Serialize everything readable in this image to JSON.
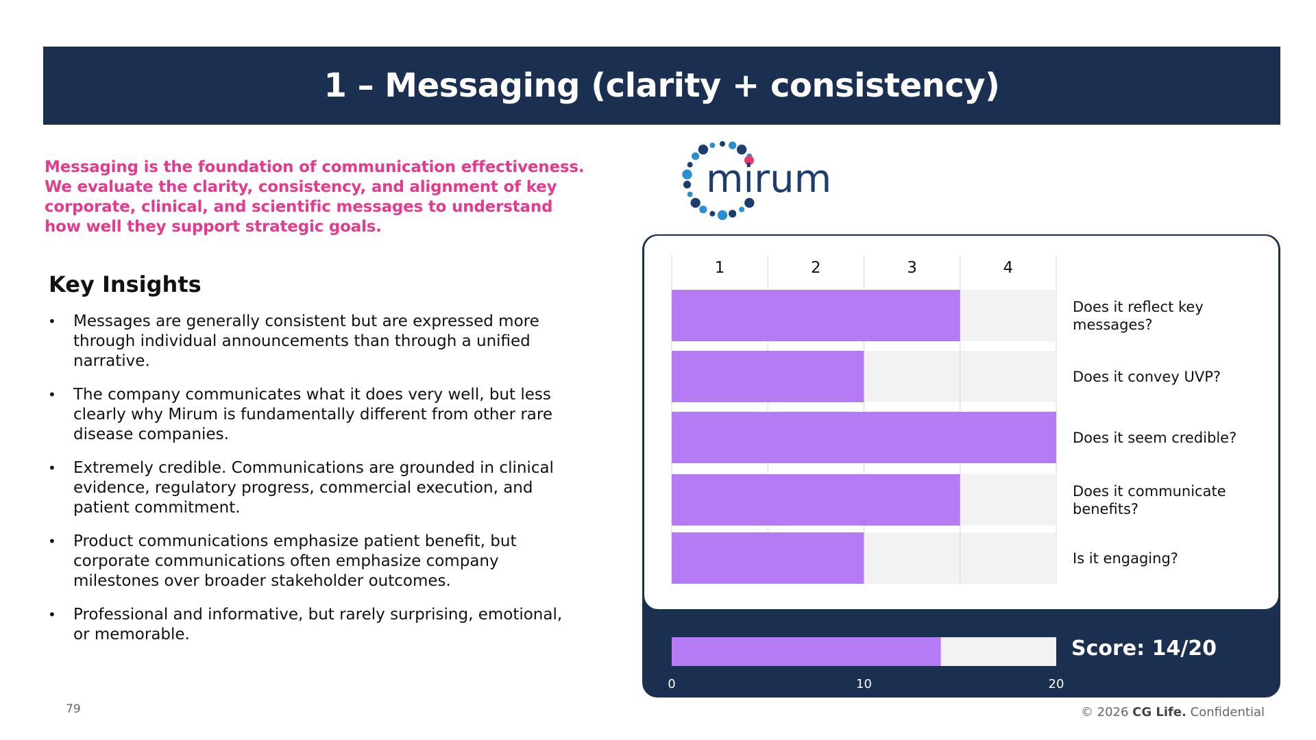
{
  "title": "1 – Messaging (clarity + consistency)",
  "intro": "Messaging is the foundation of communication effectiveness. We evaluate the clarity, consistency, and alignment of key corporate, clinical, and scientific messages to understand how well they support strategic goals.",
  "insights": {
    "heading": "Key Insights",
    "bullet": "•",
    "items": [
      "Messages are generally consistent but are expressed more through individual announcements than through a unified narrative.",
      "The company communicates what it does very well, but less clearly why Mirum is fundamentally different from other rare disease companies.",
      "Extremely credible. Communications are grounded in clinical evidence, regulatory progress, commercial execution, and patient commitment.",
      "Product communications emphasize patient benefit, but corporate communications often emphasize company milestones over broader stakeholder outcomes.",
      "Professional and informative, but rarely surprising, emotional, or memorable."
    ]
  },
  "logo": {
    "text": "mirum",
    "dot_colors": [
      "#1c3d6e",
      "#2a8fd0",
      "#e23b6f"
    ]
  },
  "chart_data": [
    {
      "type": "bar",
      "orientation": "horizontal",
      "categories": [
        "Does it reflect key messages?",
        "Does it convey UVP?",
        "Does it seem credible?",
        "Does it communicate benefits?",
        "Is it engaging?"
      ],
      "values": [
        3,
        2,
        4,
        3,
        2
      ],
      "ticks": [
        "1",
        "2",
        "3",
        "4"
      ],
      "xlim": [
        0,
        4
      ],
      "bar_color": "#b57bf5",
      "track_color": "#f2f2f2"
    },
    {
      "type": "bar",
      "orientation": "horizontal",
      "values": [
        14
      ],
      "xlim": [
        0,
        20
      ],
      "ticks": [
        "0",
        "10",
        "20"
      ],
      "score_label": "Score: 14/20",
      "bar_color": "#b57bf5",
      "track_color": "#f2f2f2"
    }
  ],
  "page_number": "79",
  "footer": {
    "copyright": "© 2026",
    "brand": "CG Life.",
    "suffix": "Confidential"
  }
}
